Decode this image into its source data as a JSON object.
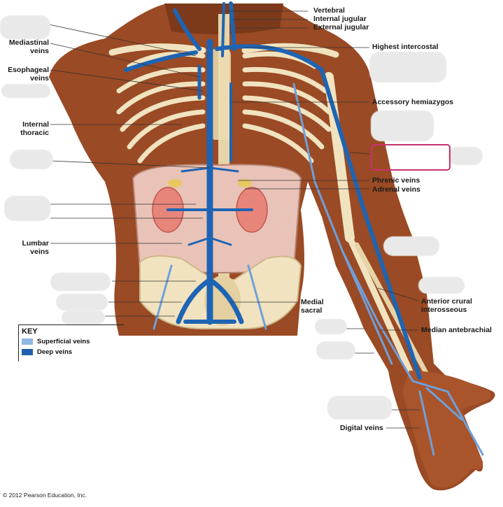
{
  "labels": {
    "vertebral": "Vertebral",
    "internal_jugular": "Internal jugular",
    "external_jugular": "External jugular",
    "highest_intercostal": "Highest intercostal",
    "mediastinal_veins": "Mediastinal\nveins",
    "esophageal_veins": "Esophageal\nveins",
    "accessory_hemiazygos": "Accessory hemiazygos",
    "internal_thoracic": "Internal\nthoracic",
    "phrenic_veins": "Phrenic veins",
    "adrenal_veins": "Adrenal veins",
    "lumbar_veins": "Lumbar\nveins",
    "medial_sacral": "Medial\nsacral",
    "anterior_crural_interosseous": "Anterior crural\ninterosseous",
    "median_antebrachial": "Median antebrachial",
    "digital_veins": "Digital veins"
  },
  "key": {
    "title": "KEY",
    "items": [
      {
        "label": "Superficial veins",
        "color": "#8fb8e3"
      },
      {
        "label": "Deep veins",
        "color": "#1e5fae"
      }
    ]
  },
  "copyright": "© 2012 Pearson Education, Inc.",
  "colors": {
    "skin": "#9a4a24",
    "skin_dark": "#6e3217",
    "bone": "#f1e3bf",
    "vein_deep": "#1e64b4",
    "vein_light": "#6fa0da",
    "kidney": "#e8857a",
    "abdomen": "#e9c3b7",
    "highlight": "#c8326e"
  }
}
